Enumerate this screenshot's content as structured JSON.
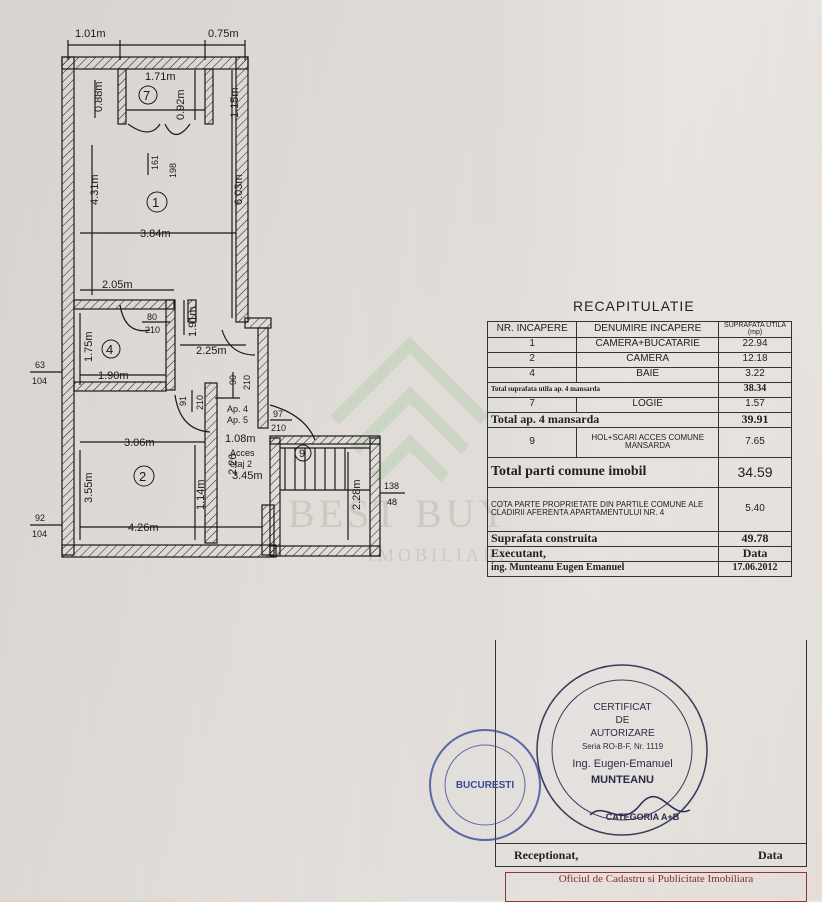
{
  "plan": {
    "top_dims": [
      "1.01m",
      "0.75m"
    ],
    "dims": {
      "d171": "1.71m",
      "d088": "0.88m",
      "d092": "0.92m",
      "d115": "1.15m",
      "d431": "4.31m",
      "d603": "6.03m",
      "d384": "3.84m",
      "d205": "2.05m",
      "d191": "1.91m",
      "d175": "1.75m",
      "d225": "2.25m",
      "d190": "1.90m",
      "d306": "3.06m",
      "d355": "3.55m",
      "d114": "1.14m",
      "d426": "4.26m",
      "d108": "1.08m",
      "d226": "2.26",
      "d345": "3.45m",
      "d228": "2.28m"
    },
    "door_frac": {
      "f161_198": [
        "161",
        "198"
      ],
      "f80_210": [
        "80",
        "210"
      ],
      "f90_210": [
        "90",
        "210"
      ],
      "f91_210": [
        "91",
        "210"
      ],
      "f97_210": [
        "97",
        "210"
      ],
      "f63_104": [
        "63",
        "104"
      ],
      "f92_104": [
        "92",
        "104"
      ],
      "f138_48": [
        "138",
        "48"
      ]
    },
    "room_numbers": [
      "1",
      "2",
      "4",
      "7",
      "9"
    ],
    "labels": {
      "ap4": "Ap. 4",
      "ap5": "Ap. 5",
      "acces": "Acces",
      "etaj": "etaj 2"
    }
  },
  "recap": {
    "title": "RECAPITULATIE",
    "header": {
      "nr": "NR. INCAPERE",
      "den": "DENUMIRE INCAPERE",
      "supr": "SUPRAFATA UTILA (mp)"
    },
    "rows": [
      {
        "nr": "1",
        "den": "CAMERA+BUCATARIE",
        "val": "22.94"
      },
      {
        "nr": "2",
        "den": "CAMERA",
        "val": "12.18"
      },
      {
        "nr": "4",
        "den": "BAIE",
        "val": "3.22"
      }
    ],
    "total_utila": {
      "label": "Total suprafata utila ap. 4 mansarda",
      "val": "38.34"
    },
    "logie": {
      "nr": "7",
      "den": "LOGIE",
      "val": "1.57"
    },
    "total_ap": {
      "label": "Total ap. 4 mansarda",
      "val": "39.91"
    },
    "hol": {
      "nr": "9",
      "den": "HOL+SCARI ACCES COMUNE MANSARDA",
      "val": "7.65"
    },
    "total_comune": {
      "label": "Total parti comune imobil",
      "val": "34.59"
    },
    "cota": {
      "label": "COTA PARTE PROPRIETATE DIN PARTILE COMUNE ALE CLADIRII AFERENTA APARTAMENTULUI NR. 4",
      "val": "5.40"
    },
    "construita": {
      "label": "Suprafata construita",
      "val": "49.78"
    },
    "executant": {
      "label": "Executant,",
      "data_label": "Data"
    },
    "ing": {
      "name": "ing. Munteanu Eugen Emanuel",
      "date": "17.06.2012"
    },
    "receptionat": {
      "label": "Receptionat,",
      "data_label": "Data"
    },
    "oficial": "Oficiul de Cadastru si Publicitate Imobiliara"
  },
  "certificate": {
    "line1": "CERTIFICAT",
    "line2": "DE",
    "line3": "AUTORIZARE",
    "line4": "Seria RO-B-F, Nr. 1119",
    "line5": "Ing. Eugen-Emanuel",
    "line6": "MUNTEANU",
    "line7": "CATEGORIA A+B"
  },
  "stamp2": {
    "city": "BUCURESTI"
  },
  "watermark": {
    "line1": "BEST BUY",
    "line2": "IMOBILIARE"
  },
  "colors": {
    "ink": "#1a1a1a",
    "stamp_blue": "#3a4a9a",
    "stamp_red": "#8a2a2a",
    "watermark_green": "#a8c7a0"
  }
}
